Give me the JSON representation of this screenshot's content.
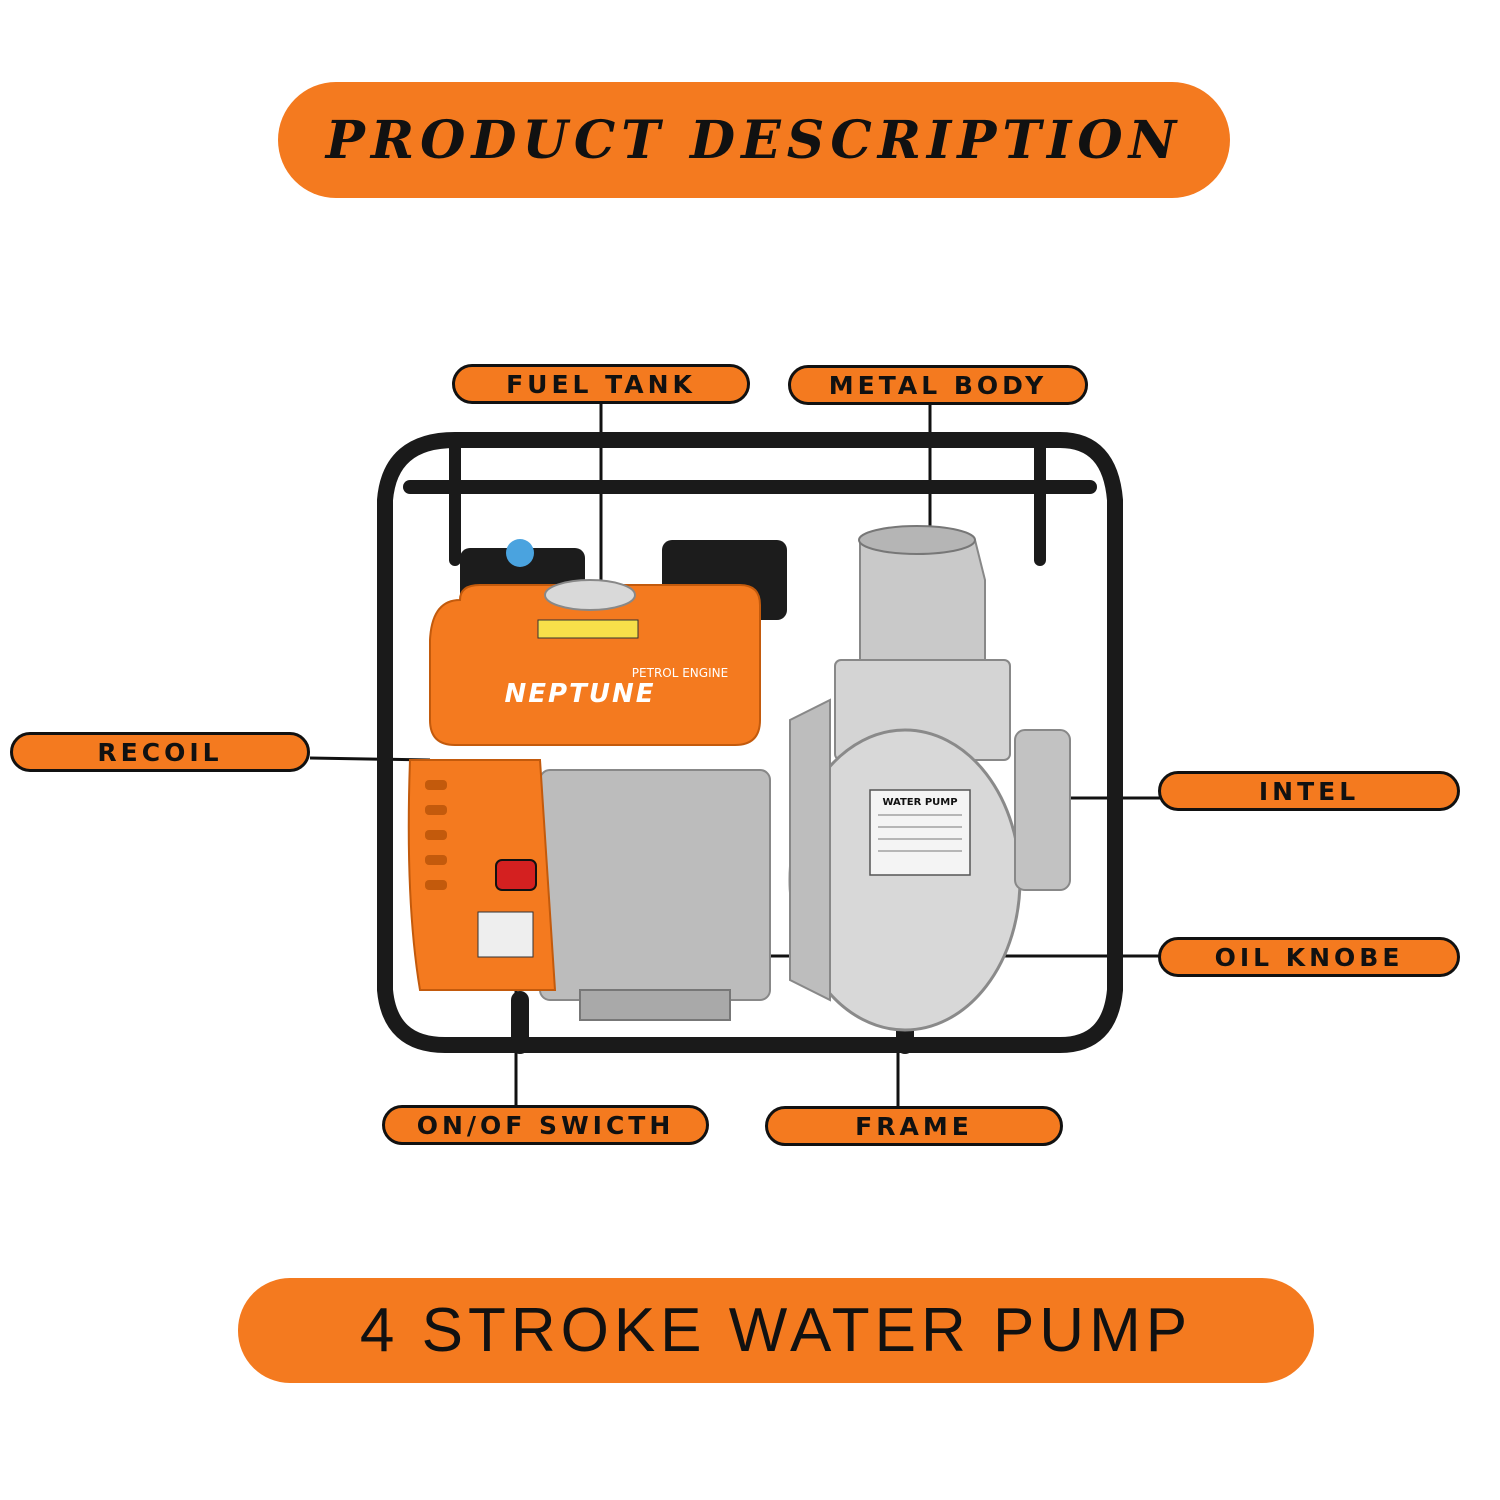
{
  "header": {
    "title": "PRODUCT DESCRIPTION"
  },
  "footer": {
    "title": "4 STROKE WATER PUMP"
  },
  "labels": {
    "fuel_tank": "FUEL TANK",
    "metal_body": "METAL BODY",
    "recoil": "RECOIL",
    "intel": "INTEL",
    "oil_knobe": "OIL KNOBE",
    "on_off_switch": "ON/OF SWICTH",
    "frame": "FRAME"
  },
  "product": {
    "brand": "NEPTUNE",
    "engine_text": "PETROL ENGINE",
    "plate_title": "WATER PUMP"
  },
  "colors": {
    "accent": "#f47a1f",
    "outline": "#111111"
  }
}
